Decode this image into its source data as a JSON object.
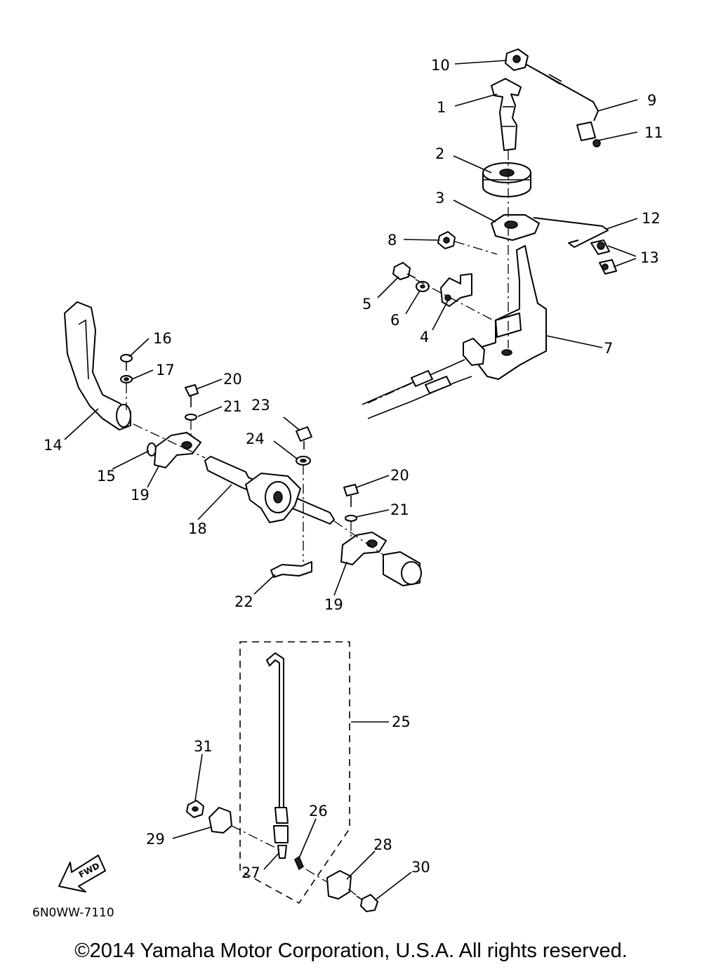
{
  "labels": {
    "p1": "1",
    "p2": "2",
    "p3": "3",
    "p4": "4",
    "p5": "5",
    "p6": "6",
    "p7": "7",
    "p8": "8",
    "p9": "9",
    "p10": "10",
    "p11": "11",
    "p12": "12",
    "p13": "13",
    "p14": "14",
    "p15": "15",
    "p16": "16",
    "p17": "17",
    "p18": "18",
    "p19a": "19",
    "p19b": "19",
    "p20a": "20",
    "p20b": "20",
    "p21a": "21",
    "p21b": "21",
    "p22": "22",
    "p23": "23",
    "p24": "24",
    "p25": "25",
    "p26": "26",
    "p27": "27",
    "p28": "28",
    "p29": "29",
    "p30": "30",
    "p31": "31"
  },
  "fwd_label": "FWD",
  "drawing_code": "6N0WW-7110",
  "copyright": "©2014 Yamaha Motor Corporation, U.S.A. All rights reserved."
}
